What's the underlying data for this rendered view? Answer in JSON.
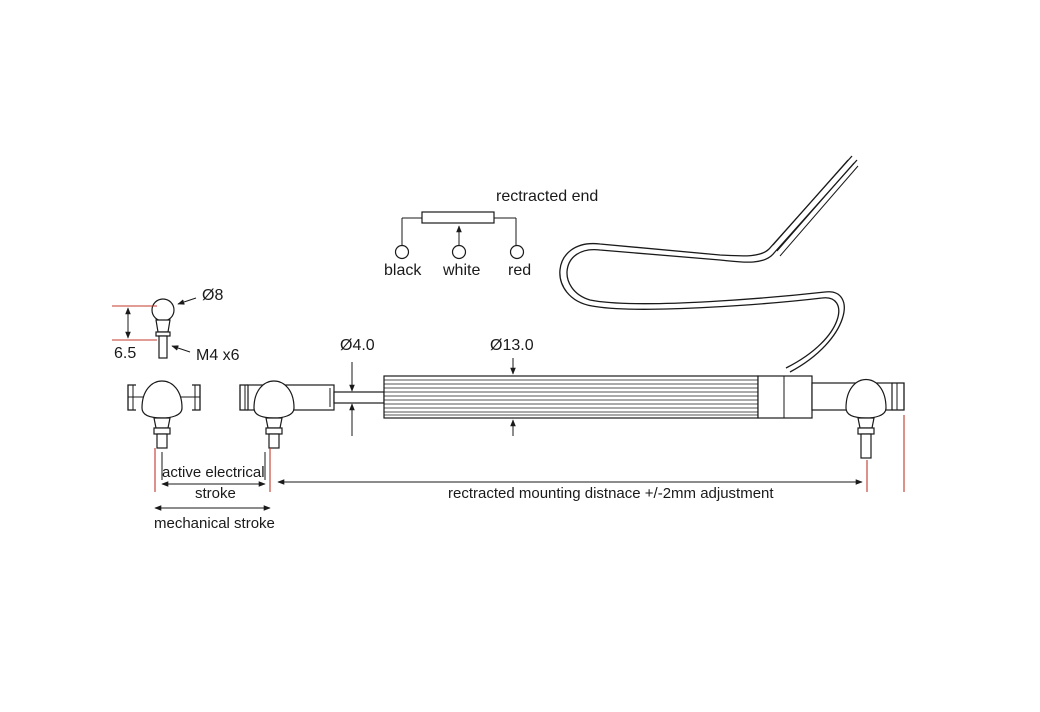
{
  "title": "",
  "wiring": {
    "header": "rectracted end",
    "wires": [
      "black",
      "white",
      "red"
    ]
  },
  "ball_joint": {
    "diameter": "Ø8",
    "height": "6.5",
    "thread": "M4 x6"
  },
  "rod_diameter": "Ø4.0",
  "body_diameter": "Ø13.0",
  "dimensions": {
    "active_stroke_line1": "active electrical",
    "active_stroke_line2": "stroke",
    "mechanical_stroke": "mechanical stroke",
    "mounting_distance": "rectracted mounting distnace +/-2mm adjustment"
  },
  "colors": {
    "line": "#1a1a1a",
    "extension": "#c0392b"
  }
}
